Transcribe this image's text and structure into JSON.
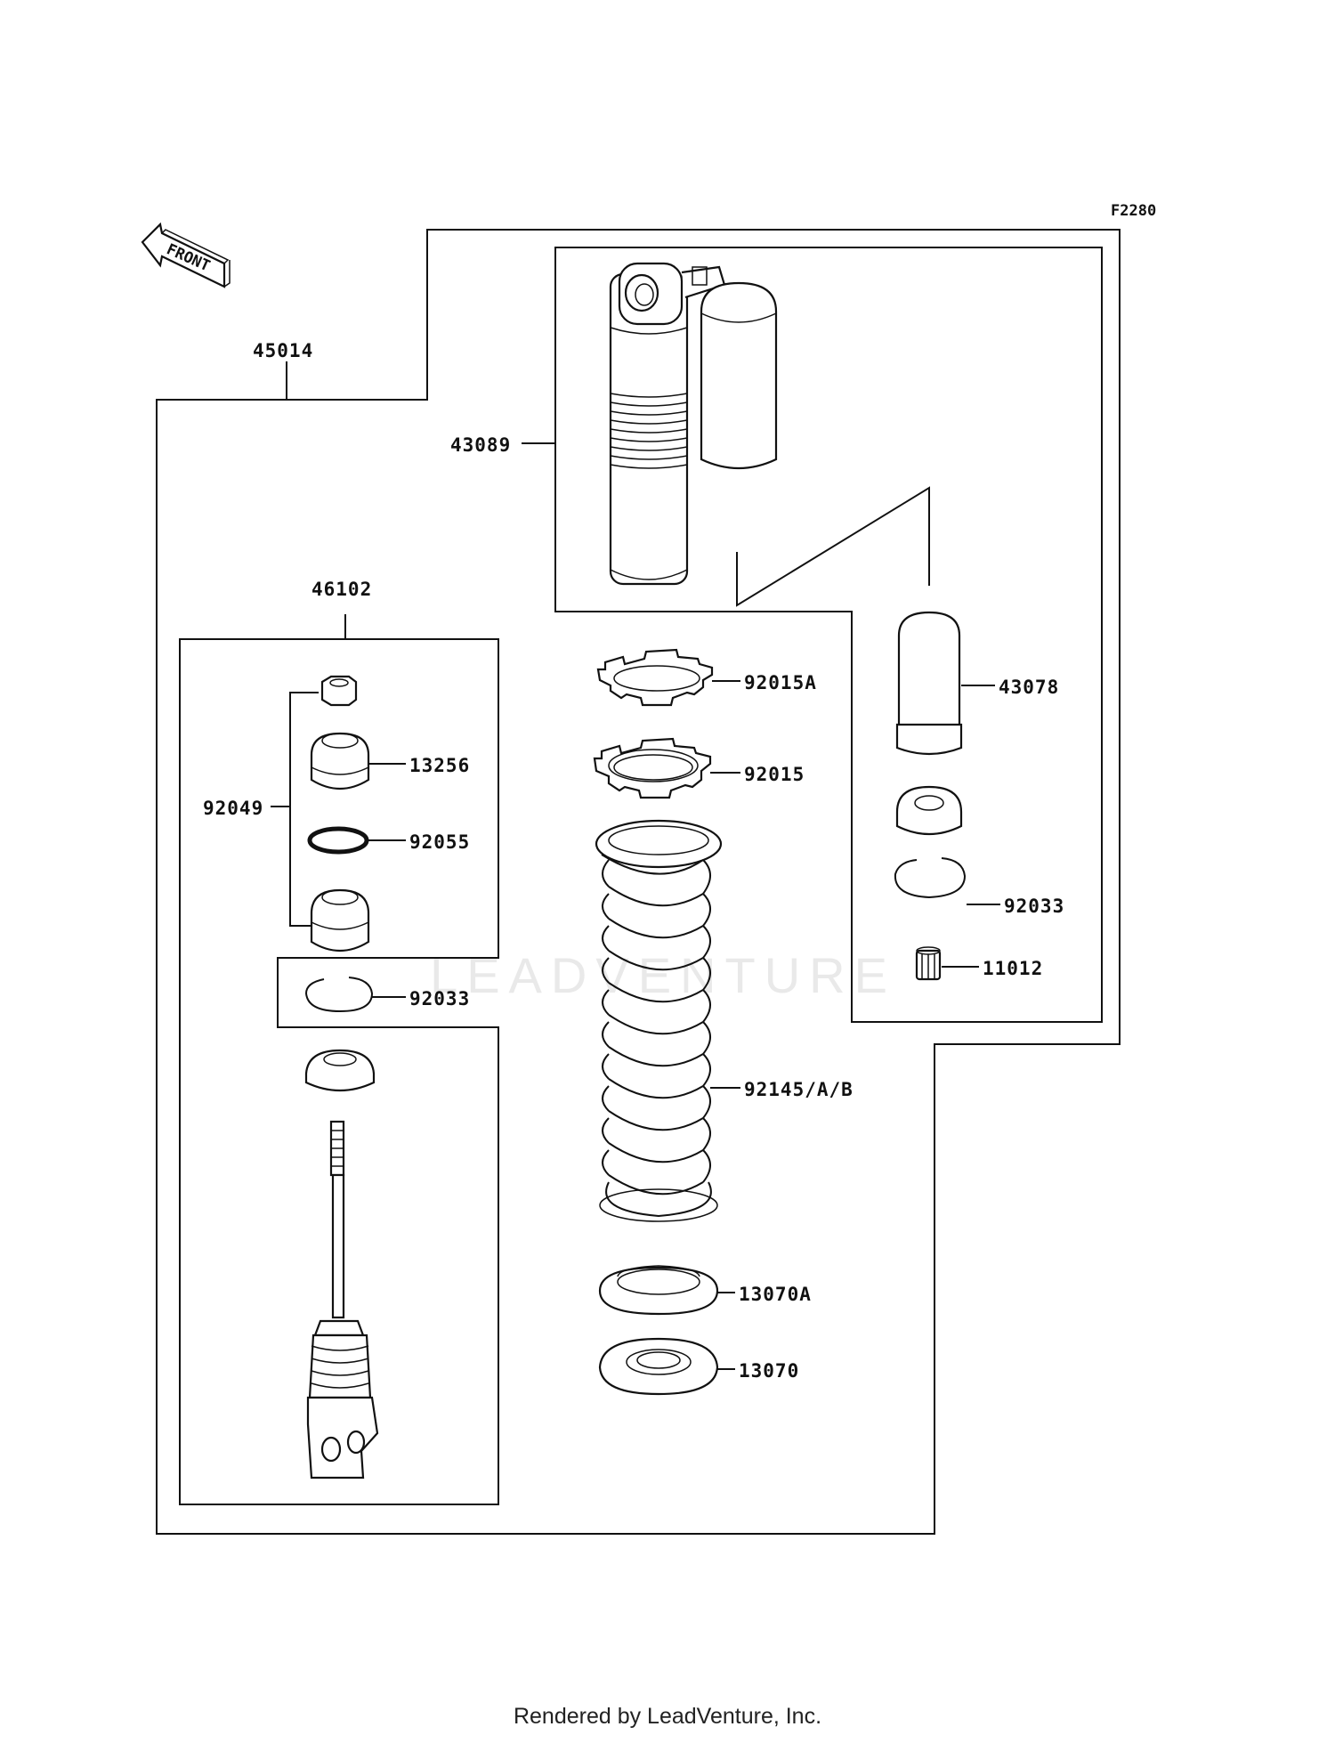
{
  "diagram": {
    "code": "F2280",
    "front_label": "FRONT",
    "watermark": "LEADVENTURE",
    "footer": "Rendered by LeadVenture, Inc.",
    "labels": {
      "p45014": "45014",
      "p43089": "43089",
      "p46102": "46102",
      "p13256": "13256",
      "p92049": "92049",
      "p92055": "92055",
      "p92033_left": "92033",
      "p92015A": "92015A",
      "p92015": "92015",
      "p92145": "92145/A/B",
      "p13070A": "13070A",
      "p13070": "13070",
      "p43078": "43078",
      "p92033_right": "92033",
      "p11012": "11012"
    }
  }
}
